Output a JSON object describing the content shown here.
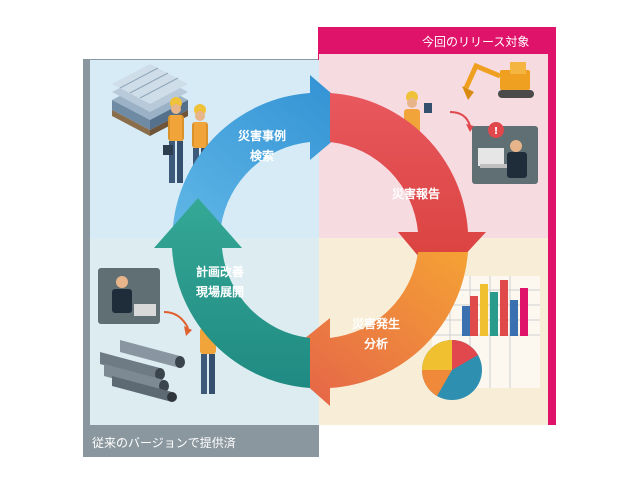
{
  "frames": {
    "current_release_label": "今回のリリース対象",
    "previous_version_label": "従来のバージョンで提供済"
  },
  "cycle": {
    "search": {
      "line1": "災害事例",
      "line2": "検索",
      "color": "#3a9bd8"
    },
    "report": {
      "line1": "災害報告",
      "color": "#e0484d"
    },
    "analysis": {
      "line1": "災害発生",
      "line2": "分析",
      "color": "#f08a3a"
    },
    "improvement": {
      "line1": "計画改善",
      "line2": "現場展開",
      "color": "#2a9a8c"
    }
  },
  "colors": {
    "pink_frame": "#e0136a",
    "gray_frame": "#8a979e"
  }
}
